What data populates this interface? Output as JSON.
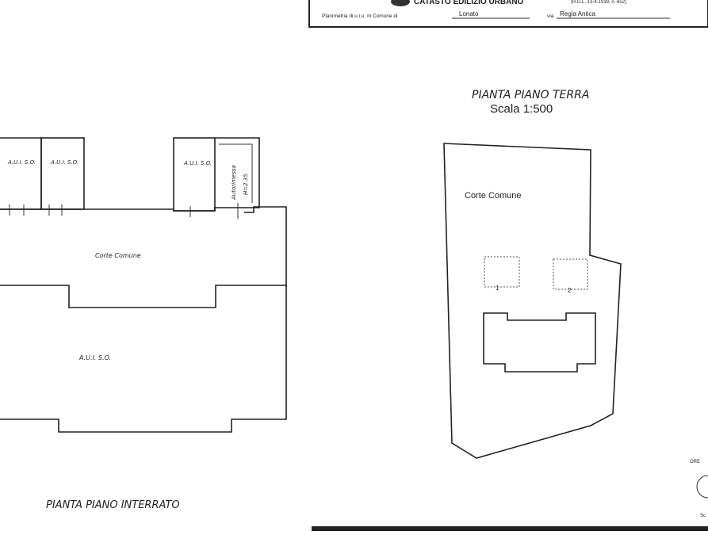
{
  "header": {
    "title": "CATASTO EDILIZIO URBANO",
    "title_note": "(R.D.L. 13-4-1939, n. 652)",
    "line_prefix": "Planimetria di u.i.u. in Comune di",
    "comune": "Lonato",
    "via_label": "via",
    "via_value": "Regia Antica"
  },
  "ground_floor": {
    "title": "PIANTA PIANO TERRA",
    "scale": "Scala 1:500",
    "corte_label": "Corte Comune",
    "unit_1": "1",
    "unit_2": "2"
  },
  "basement": {
    "title": "PIANTA PIANO INTERRATO",
    "unit_a": "A.U.I. S.O.",
    "unit_b": "A.U.I. S.O.",
    "unit_c": "A.U.I. S.O.",
    "autorimessa": "Autorimessa",
    "autorimessa_h": "H=2.35",
    "corte_label": "Corte Comune",
    "big_unit": "A.U.I. S.O."
  },
  "margin": {
    "ore_label": "ORE",
    "sc_label": "Sc"
  }
}
